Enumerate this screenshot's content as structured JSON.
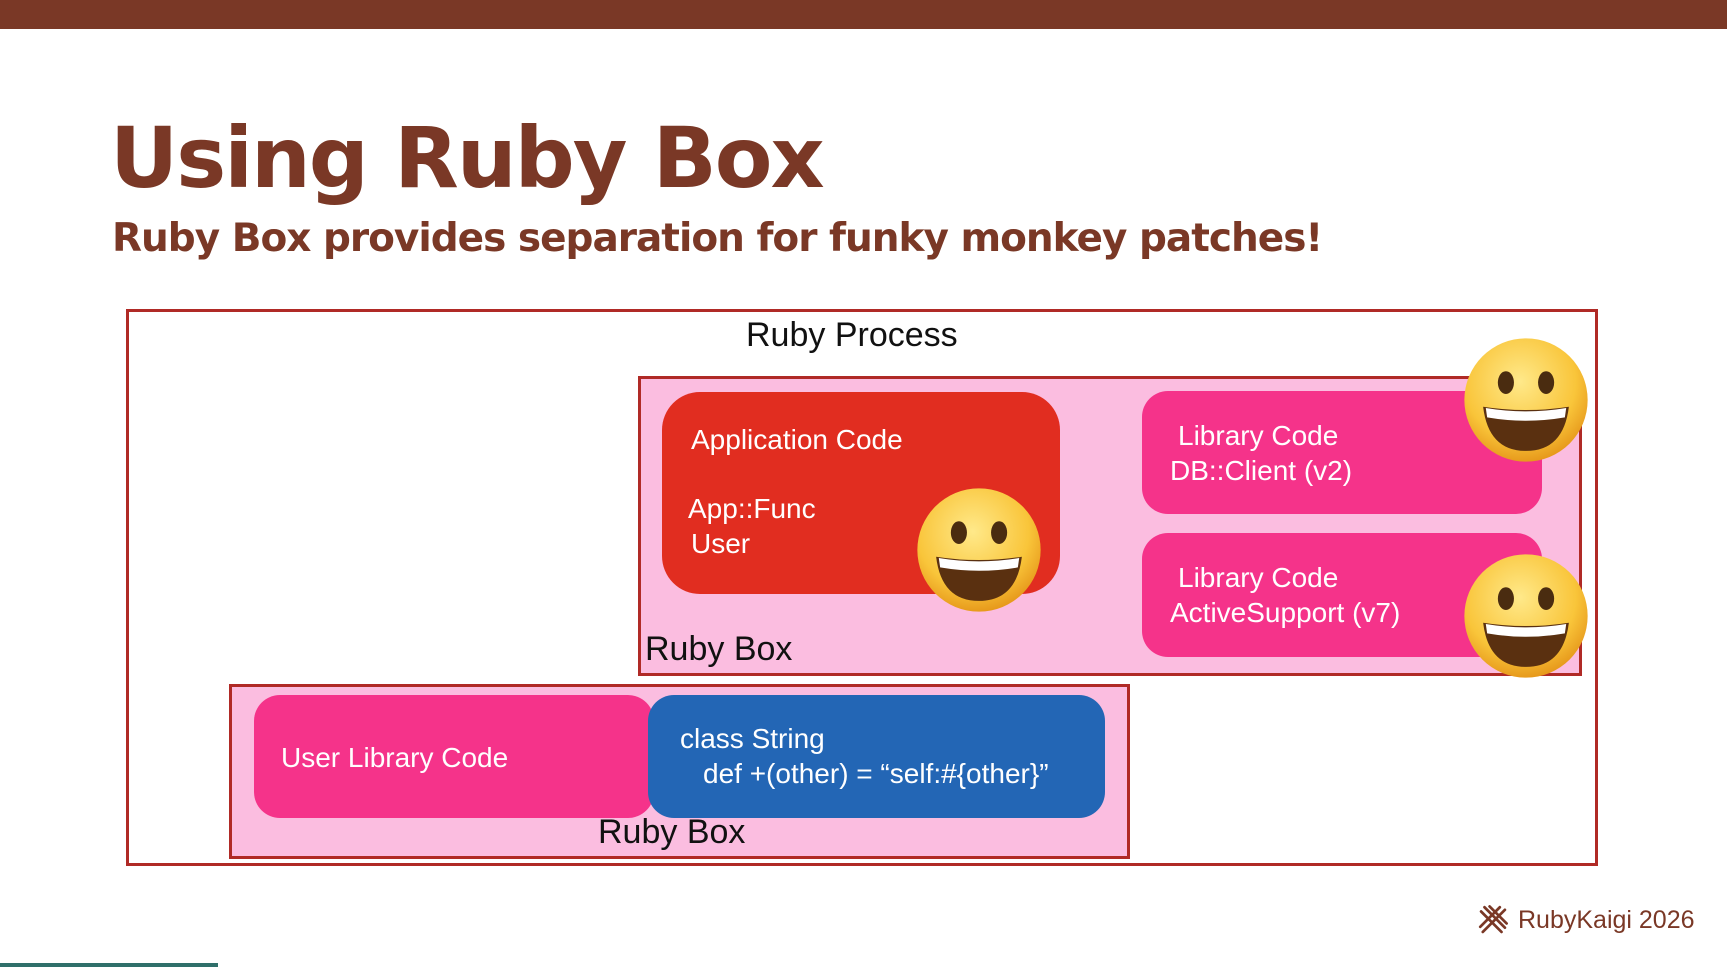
{
  "slide": {
    "title": "Using Ruby Box",
    "subtitle": "Ruby Box provides separation for funky monkey patches!"
  },
  "diagram": {
    "process_label": "Ruby Process",
    "ruby_box_label": "Ruby Box",
    "app_code": {
      "heading": "Application Code",
      "line1": "App::Func",
      "line2": "User"
    },
    "library_db": {
      "heading": "Library Code",
      "name": "DB::Client (v2)"
    },
    "library_as": {
      "heading": "Library Code",
      "name": "ActiveSupport (v7)"
    },
    "user_library": "User Library Code",
    "monkey_patch": {
      "line1": "class String",
      "line2": "def +(other) = “self:#{other}”"
    },
    "icons": [
      "grinning-face-icon"
    ]
  },
  "footer": {
    "brand": "RubyKaigi 2026"
  },
  "colors": {
    "brand": "#7a3826",
    "ruby_box_fill": "#fbbde0",
    "border": "#b02a26",
    "app_code": "#e12d20",
    "library_code": "#f5338a",
    "monkey_patch": "#2366b5"
  }
}
